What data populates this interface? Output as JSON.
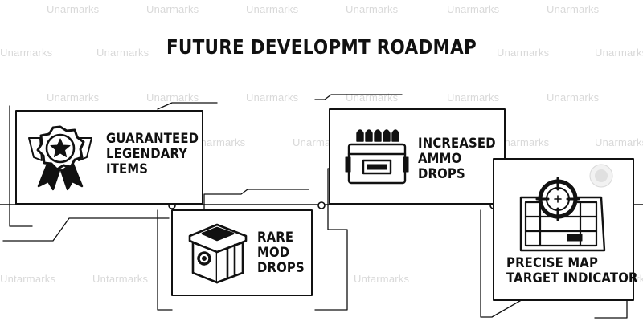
{
  "title": "FUTURE DEVELOPMT ROADMAP",
  "watermark": "Unarmarks",
  "watermark_alt": "Untarmarks",
  "cards": [
    {
      "icon": "medal-star-icon",
      "lines": [
        "GUARANTEED",
        "LEGENDARY",
        "ITEMS"
      ]
    },
    {
      "icon": "loot-crate-gear-icon",
      "lines": [
        "RARE",
        "MOD",
        "DROPS"
      ]
    },
    {
      "icon": "ammo-case-icon",
      "lines": [
        "INCREASED",
        "AMMO",
        "DROPS"
      ]
    },
    {
      "icon": "map-crosshair-icon",
      "lines": [
        "PRECISE MAP",
        "TARGET INDICATOR"
      ]
    }
  ],
  "colors": {
    "ink": "#111111",
    "watermark": "#d9d9d9",
    "background": "#ffffff"
  }
}
